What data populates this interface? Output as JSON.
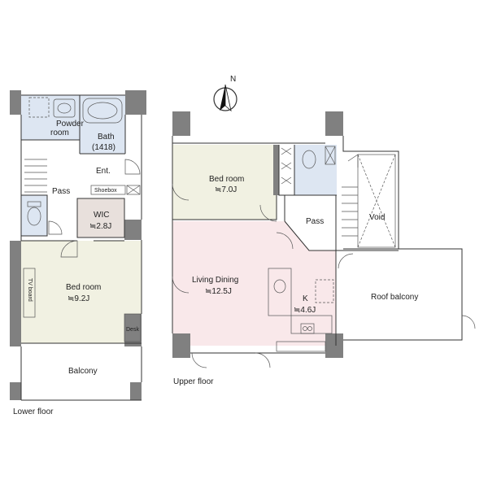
{
  "compass": {
    "label": "N"
  },
  "colors": {
    "wall": "#808080",
    "bath": "#dde6f2",
    "bedroom": "#f1f1e2",
    "living": "#f9e8ea",
    "wic": "#e8e0dc",
    "line": "#333333"
  },
  "lower_floor": {
    "caption": "Lower floor",
    "rooms": {
      "powder_room_1": "Powder",
      "powder_room_2": "room",
      "bath": "Bath",
      "bath_size": "(1418)",
      "entrance": "Ent.",
      "shoebox": "Shoebox",
      "pass": "Pass",
      "wic": "WIC",
      "wic_size": "≒2.8J",
      "bedroom": "Bed room",
      "bedroom_size": "≒9.2J",
      "tv_board": "TV board",
      "desk": "Desk",
      "balcony": "Balcony"
    }
  },
  "upper_floor": {
    "caption": "Upper floor",
    "rooms": {
      "bedroom": "Bed room",
      "bedroom_size": "≒7.0J",
      "pass": "Pass",
      "void": "Void",
      "living_dining": "Living Dining",
      "living_dining_size": "≒12.5J",
      "kitchen": "K",
      "kitchen_size": "≒4.6J",
      "roof_balcony": "Roof balcony"
    }
  }
}
